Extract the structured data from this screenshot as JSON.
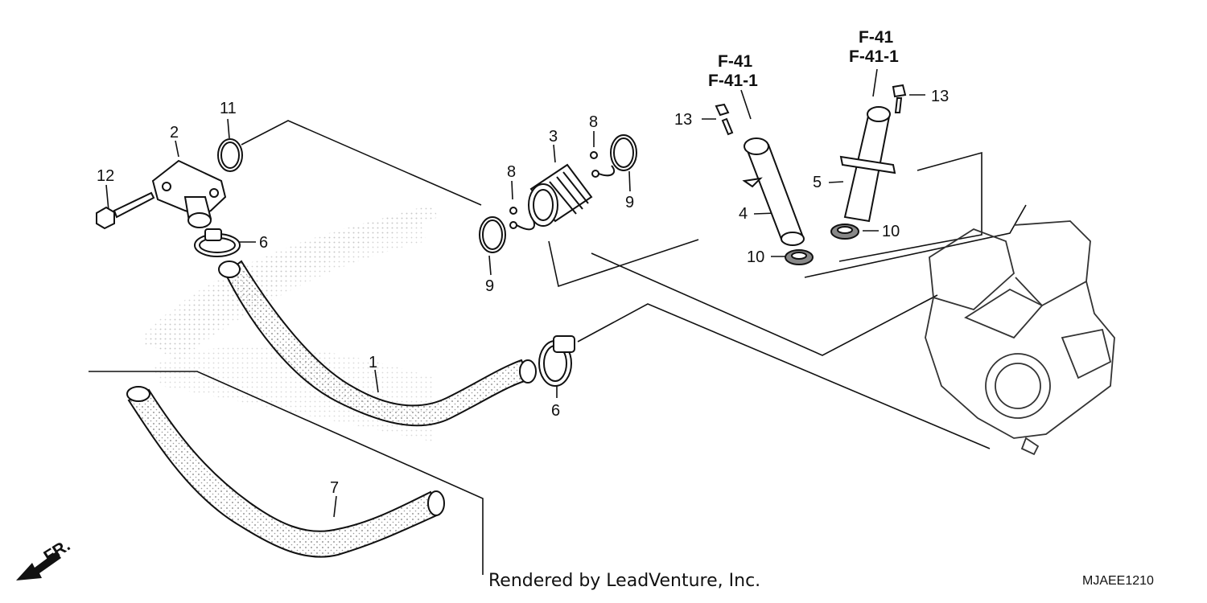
{
  "diagram": {
    "callouts": [
      {
        "id": "c1",
        "text": "1"
      },
      {
        "id": "c2",
        "text": "2"
      },
      {
        "id": "c3",
        "text": "3"
      },
      {
        "id": "c4",
        "text": "4"
      },
      {
        "id": "c5",
        "text": "5"
      },
      {
        "id": "c6a",
        "text": "6"
      },
      {
        "id": "c6b",
        "text": "6"
      },
      {
        "id": "c7",
        "text": "7"
      },
      {
        "id": "c8a",
        "text": "8"
      },
      {
        "id": "c8b",
        "text": "8"
      },
      {
        "id": "c9a",
        "text": "9"
      },
      {
        "id": "c9b",
        "text": "9"
      },
      {
        "id": "c10a",
        "text": "10"
      },
      {
        "id": "c10b",
        "text": "10"
      },
      {
        "id": "c11",
        "text": "11"
      },
      {
        "id": "c12",
        "text": "12"
      },
      {
        "id": "c13a",
        "text": "13"
      },
      {
        "id": "c13b",
        "text": "13"
      }
    ],
    "references": {
      "left": [
        "F-41",
        "F-41-1"
      ],
      "right": [
        "F-41",
        "F-41-1"
      ]
    },
    "direction_label": "FR.",
    "credit": "Rendered by LeadVenture, Inc.",
    "diagram_code": "MJAEE1210"
  },
  "colors": {
    "ink": "#111111",
    "stipple": "#bbbbbb"
  }
}
